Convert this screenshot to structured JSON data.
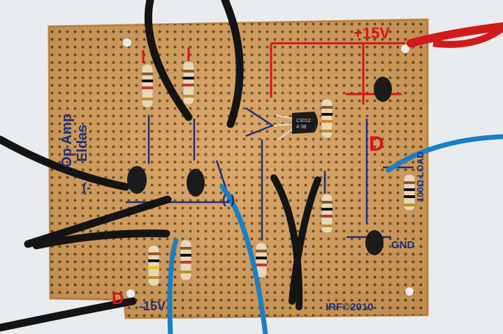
{
  "photo": {
    "kind": "photograph of a hand-wired perfboard circuit",
    "colors": {
      "background": "#e9ecef",
      "board": "#d9a05a",
      "board_edge": "#c48a45",
      "pad": "#5a3a1a",
      "red_ink": "#d4161b",
      "blue_ink": "#1f2f7a",
      "wire_black": "#141414",
      "wire_red": "#d11a1a",
      "wire_blue": "#1b7fc4"
    }
  },
  "labels": {
    "plus_supply": "+15V",
    "minus_supply": "-15V",
    "title_line1": "Op Amp",
    "title_line2": "Eldas",
    "marker_d_right": "D",
    "marker_d_left": "D",
    "load": "100Ω LOAD",
    "ground": "GND",
    "output_marker": "(-)",
    "input_marker": "(-",
    "signature": "IRF©2010",
    "chip_text": "C9012\n4-3B"
  }
}
